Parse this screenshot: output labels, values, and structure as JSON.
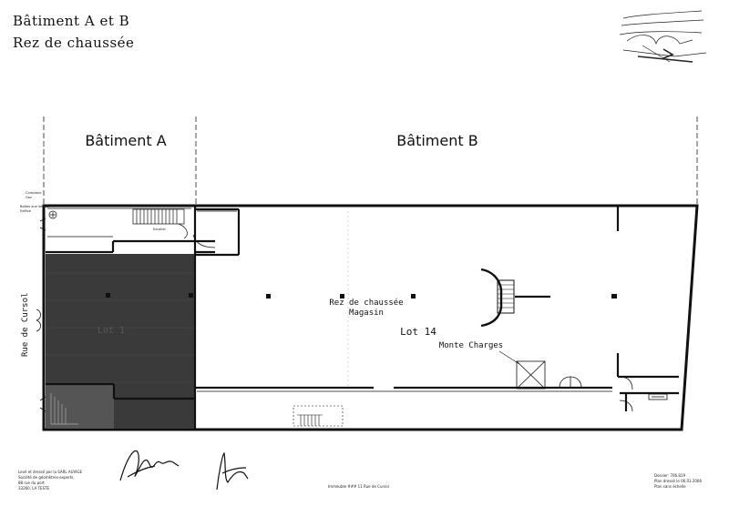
{
  "header": {
    "title_line1": "Bâtiment A et B",
    "title_line2": "Rez de chaussée"
  },
  "zones": {
    "batiment_a": "Bâtiment A",
    "batiment_b": "Bâtiment B"
  },
  "street": "Rue de Cursol",
  "rooms": {
    "lot_1": "Lot 1",
    "magasin_line1": "Rez de chaussée",
    "magasin_line2": "Magasin",
    "lot_14": "Lot 14",
    "monte_charges": "Monte Charges"
  },
  "small_labels": {
    "compteur_line1": "Compteur",
    "compteur_line2": "Gaz",
    "boites_line1": "Boîtes aux lettres",
    "boites_line2": "Edifice",
    "escalier": "Escalier"
  },
  "footer": {
    "left_line1": "Levé et dressé par la SARL AUVIGE",
    "left_line2": "Société de géomètres-experts,",
    "left_line3": "88 rue du port",
    "left_line4": "33260, LA TESTE",
    "center": "Immeuble ### 11 Rue de Cursol",
    "right_line1": "Dossier: 706.819",
    "right_line2": "Plan dressé le 06.03.2006",
    "right_line3": "Plan sans échelle"
  },
  "colors": {
    "ink": "#111111",
    "lot1_fill": "#3a3a3a"
  }
}
